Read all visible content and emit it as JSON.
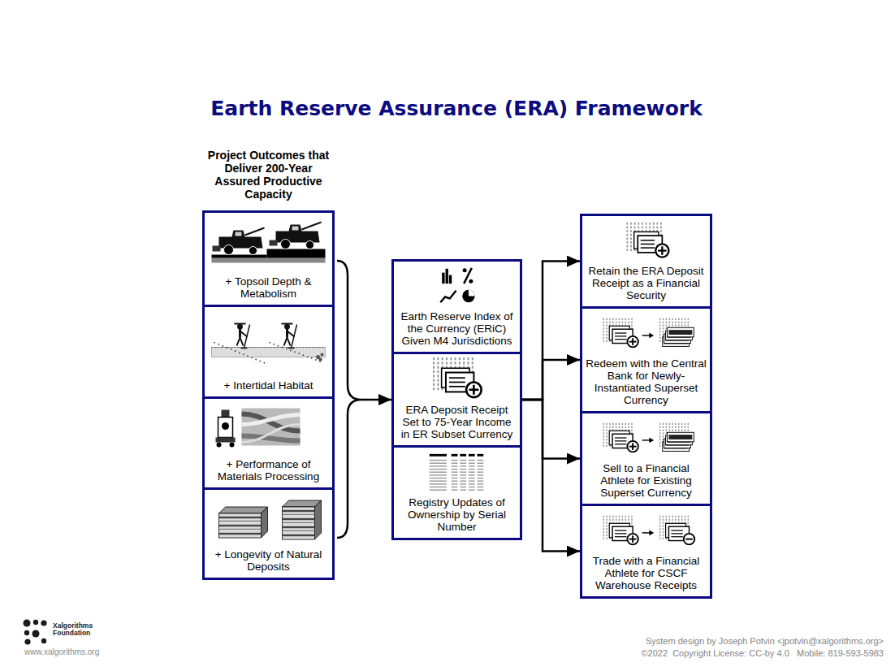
{
  "diagram": {
    "title": "Earth Reserve Assurance (ERA) Framework",
    "nodes": [
      {
        "text": [
          "Project Outcomes that Deliver 200-Year Assured Productive Capacity"
        ]
      },
      {
        "text": [
          "+ Topsoil Depth & Metabolism"
        ],
        "in": 0
      },
      {
        "text": [
          "+ Intertidal Habitat"
        ],
        "in": 0
      },
      {
        "text": [
          "+ Performance of Materials Processing"
        ],
        "in": 0
      },
      {
        "text": [
          "+ Longevity of Natural Deposits"
        ],
        "in": 0
      },
      {
        "text": [
          "Earth Reserve Index of the Currency (ERiC) Given M4 Jurisdictions"
        ]
      },
      {
        "text": [
          "ERA Deposit Receipt Set to 75-Year Income in ER Subset Currency"
        ]
      },
      {
        "text": [
          "Registry Updates of Ownership by Serial Number"
        ]
      },
      {
        "text": [
          "Retain the ERA Deposit Receipt as a Financial Security"
        ]
      },
      {
        "text": [
          "Redeem with the Central Bank for Newly-Instantiated Superset Currency"
        ]
      },
      {
        "text": [
          "Sell to a Financial Athlete for Existing Superset Currency"
        ]
      },
      {
        "text": [
          "Trade with a Financial Athlete for CSCF Warehouse Receipts"
        ]
      }
    ],
    "edges": [
      {
        "from": 0,
        "to": 6,
        "arrow": "to"
      },
      {
        "from": 6,
        "to": 8,
        "arrow": "to"
      },
      {
        "from": 6,
        "to": 9,
        "arrow": "to"
      },
      {
        "from": 6,
        "to": 10,
        "arrow": "to"
      },
      {
        "from": 6,
        "to": 11,
        "arrow": "to"
      }
    ],
    "labels": [
      "Xalgorithms Foundation",
      "www.xalgorithms.org",
      "System design by Joseph Potvin <jpotvin@xalgorithms.org>",
      "©2022  Copyright License: CC-by 4.0   Mobile: 819-593-5983"
    ]
  }
}
